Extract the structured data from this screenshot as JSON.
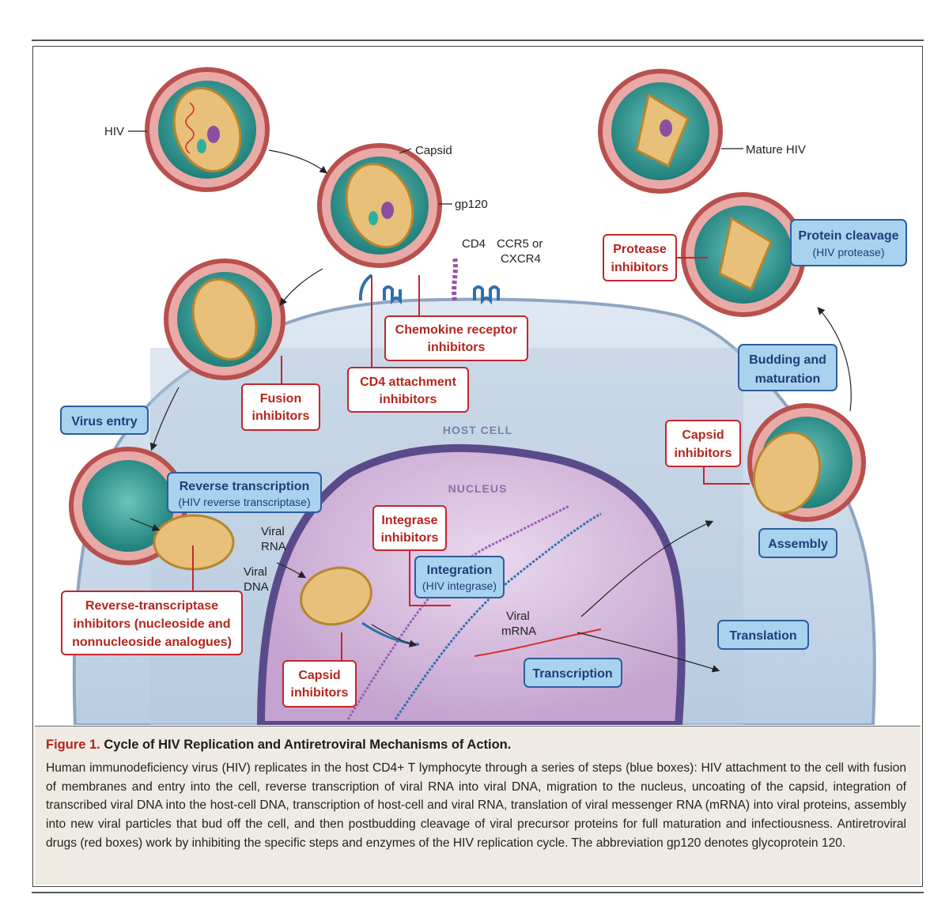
{
  "labels": {
    "hiv": "HIV",
    "capsid": "Capsid",
    "gp120": "gp120",
    "cd4": "CD4",
    "ccr5": "CCR5 or",
    "cxcr4": "CXCR4",
    "mature_hiv": "Mature HIV",
    "host_cell": "HOST CELL",
    "nucleus": "NUCLEUS",
    "viral_rna_1": "Viral",
    "viral_rna_2": "RNA",
    "viral_dna_1": "Viral",
    "viral_dna_2": "DNA",
    "viral_mrna_1": "Viral",
    "viral_mrna_2": "mRNA"
  },
  "steps": {
    "virus_entry": "Virus entry",
    "reverse_transcription": "Reverse transcription",
    "reverse_transcription_enzyme": "(HIV reverse transcriptase)",
    "integration": "Integration",
    "integration_enzyme": "(HIV integrase)",
    "transcription": "Transcription",
    "translation": "Translation",
    "assembly": "Assembly",
    "budding_1": "Budding and",
    "budding_2": "maturation",
    "protein_cleavage": "Protein cleavage",
    "protein_cleavage_enzyme": "(HIV protease)"
  },
  "drugs": {
    "chemokine_1": "Chemokine receptor",
    "chemokine_2": "inhibitors",
    "cd4_attach_1": "CD4 attachment",
    "cd4_attach_2": "inhibitors",
    "fusion_1": "Fusion",
    "fusion_2": "inhibitors",
    "rti_1": "Reverse-transcriptase",
    "rti_2": "inhibitors (nucleoside and",
    "rti_3": "nonnucleoside analogues)",
    "capsid_a_1": "Capsid",
    "capsid_a_2": "inhibitors",
    "integrase_1": "Integrase",
    "integrase_2": "inhibitors",
    "capsid_b_1": "Capsid",
    "capsid_b_2": "inhibitors",
    "protease_1": "Protease",
    "protease_2": "inhibitors"
  },
  "caption": {
    "label": "Figure 1.",
    "title": "Cycle of HIV Replication and Antiretroviral Mechanisms of Action.",
    "body": "Human immunodeficiency virus (HIV) replicates in the host CD4+ T lymphocyte through a series of steps (blue boxes): HIV attachment to the cell with fusion of membranes and entry into the cell, reverse transcription of viral RNA into viral DNA, migration to the nucleus, uncoating of the capsid, integration of transcribed viral DNA into the host-cell DNA, transcription of host-cell and viral RNA, translation of viral messenger RNA (mRNA) into viral proteins, assembly into new viral particles that bud off the cell, and then postbudding cleavage of viral precursor proteins for full maturation and infectiousness. Antiretroviral drugs (red boxes) work by inhibiting the specific steps and enzymes of the HIV replication cycle. The abbreviation gp120 denotes glycoprotein 120."
  },
  "colors": {
    "step_fill": "#a9d2ee",
    "step_stroke": "#2c5e9e",
    "step_text": "#1d3f7a",
    "drug_stroke": "#c4262e",
    "drug_text": "#b3261e",
    "cytoplasm": "#c9d8e9",
    "nucleus": "#d4b8dd",
    "virus_shell": "#b8504e",
    "virus_core": "#2f9a93",
    "capsid": "#e8c07a"
  }
}
